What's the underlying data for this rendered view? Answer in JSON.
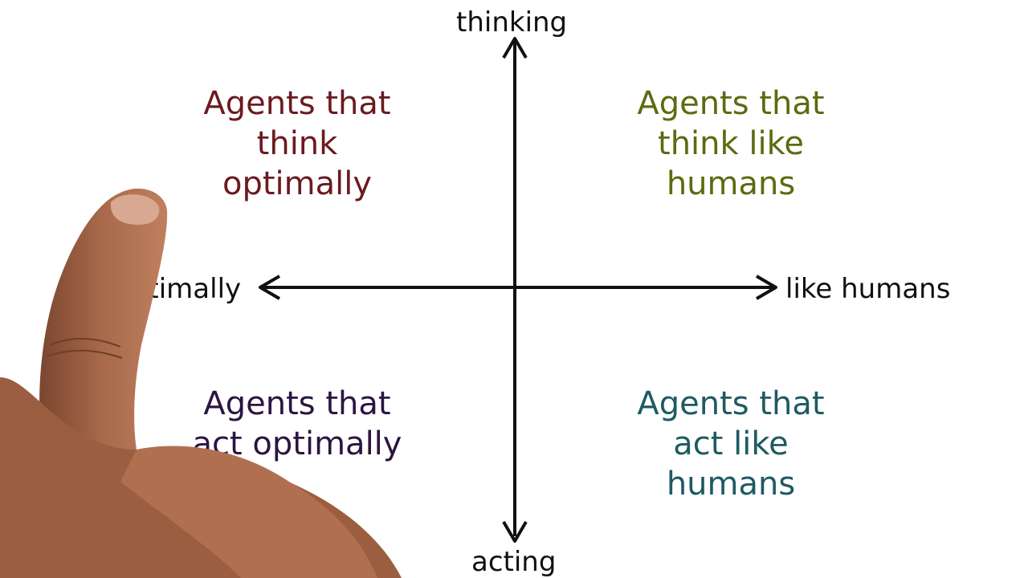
{
  "axes": {
    "top": "thinking",
    "bottom": "acting",
    "left": "optimally",
    "right": "like humans"
  },
  "quadrants": {
    "top_left": {
      "lines": [
        "Agents that",
        "think",
        "optimally"
      ],
      "color": "#6b1a1f"
    },
    "top_right": {
      "lines": [
        "Agents that",
        "think like",
        "humans"
      ],
      "color": "#5c6b10"
    },
    "bottom_left": {
      "lines": [
        "Agents that",
        "act optimally"
      ],
      "color": "#2b1540"
    },
    "bottom_right": {
      "lines": [
        "Agents that",
        "act like",
        "humans"
      ],
      "color": "#1f5a63"
    }
  },
  "colors": {
    "axis": "#111111",
    "skin": "#a86a4a"
  }
}
